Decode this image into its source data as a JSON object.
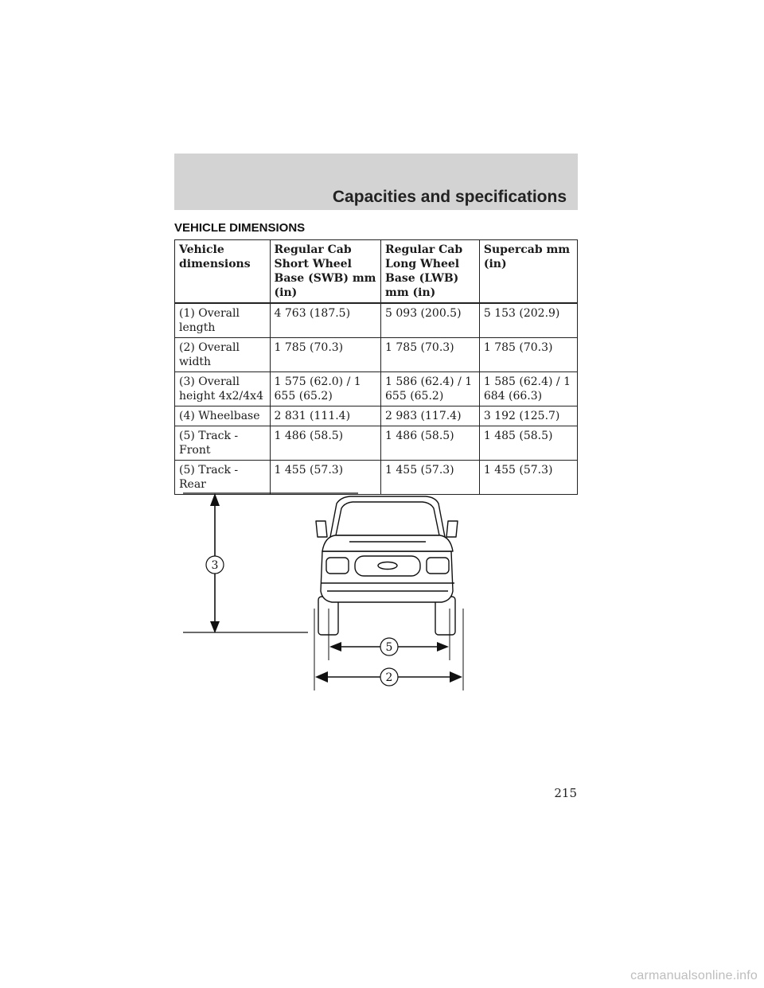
{
  "header": {
    "title": "Capacities and specifications"
  },
  "section_heading": "VEHICLE DIMENSIONS",
  "table": {
    "columns": [
      "Vehicle dimensions",
      "Regular Cab Short Wheel Base (SWB) mm (in)",
      "Regular Cab Long Wheel Base (LWB) mm (in)",
      "Supercab mm (in)"
    ],
    "rows": [
      [
        "(1) Overall length",
        "4 763 (187.5)",
        "5 093 (200.5)",
        "5 153 (202.9)"
      ],
      [
        "(2) Overall width",
        "1 785 (70.3)",
        "1 785 (70.3)",
        "1 785 (70.3)"
      ],
      [
        "(3) Overall height 4x2/4x4",
        "1 575 (62.0) / 1 655 (65.2)",
        "1 586 (62.4) / 1 655 (65.2)",
        "1 585 (62.4) / 1 684 (66.3)"
      ],
      [
        "(4) Wheelbase",
        "2 831 (111.4)",
        "2 983 (117.4)",
        "3 192 (125.7)"
      ],
      [
        "(5) Track - Front",
        "1 486 (58.5)",
        "1 486 (58.5)",
        "1 485 (58.5)"
      ],
      [
        "(5) Track - Rear",
        "1 455 (57.3)",
        "1 455 (57.3)",
        "1 455 (57.3)"
      ]
    ]
  },
  "diagram": {
    "height_label": "3",
    "track_label": "5",
    "width_label": "2"
  },
  "page_number": "215",
  "watermark": "carmanualsonline.info"
}
